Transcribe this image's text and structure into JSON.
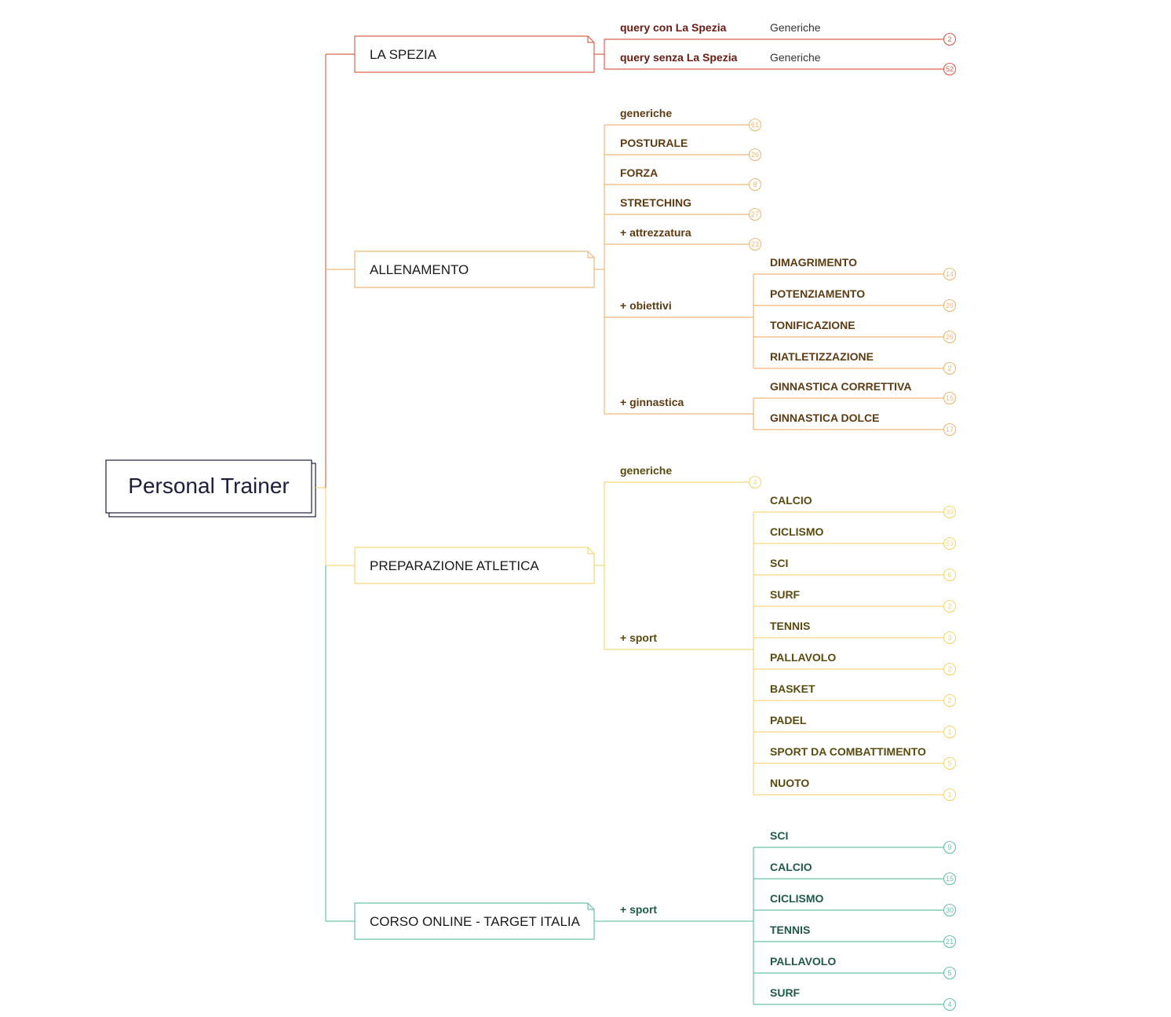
{
  "root": {
    "label": "Personal Trainer",
    "color": "#1b1e3a"
  },
  "colors": {
    "spezia": "#d9634d",
    "spezia_text": "#6b1a12",
    "allenamento": "#f0b87a",
    "allenamento_text": "#5e3b12",
    "atletica": "#f3d77b",
    "atletica_text": "#5a4a10",
    "online": "#6cc3a6",
    "online_text": "#1f5a44"
  },
  "branches": [
    {
      "id": "spezia",
      "label": "LA SPEZIA",
      "children": [
        {
          "label": "query con La Spezia",
          "note": "Generiche",
          "count": "2"
        },
        {
          "label": "query senza La Spezia",
          "note": "Generiche",
          "count": "52"
        }
      ]
    },
    {
      "id": "allenamento",
      "label": "ALLENAMENTO",
      "children": [
        {
          "label": "generiche",
          "count": "61"
        },
        {
          "label": "POSTURALE",
          "count": "26"
        },
        {
          "label": "FORZA",
          "count": "8"
        },
        {
          "label": "STRETCHING",
          "count": "27"
        },
        {
          "label": "+ attrezzatura",
          "count": "23"
        },
        {
          "label": "+ obiettivi",
          "children": [
            {
              "label": "DIMAGRIMENTO",
              "count": "14"
            },
            {
              "label": "POTENZIAMENTO",
              "count": "26"
            },
            {
              "label": "TONIFICAZIONE",
              "count": "26"
            },
            {
              "label": "RIATLETIZZAZIONE",
              "count": "2"
            }
          ]
        },
        {
          "label": "+ ginnastica",
          "children": [
            {
              "label": "GINNASTICA CORRETTIVA",
              "count": "15"
            },
            {
              "label": "GINNASTICA DOLCE",
              "count": "17"
            }
          ]
        }
      ]
    },
    {
      "id": "atletica",
      "label": "PREPARAZIONE ATLETICA",
      "children": [
        {
          "label": "generiche",
          "count": "4"
        },
        {
          "label": "+ sport",
          "children": [
            {
              "label": "CALCIO",
              "count": "39"
            },
            {
              "label": "CICLISMO",
              "count": "53"
            },
            {
              "label": "SCI",
              "count": "6"
            },
            {
              "label": "SURF",
              "count": "2"
            },
            {
              "label": "TENNIS",
              "count": "3"
            },
            {
              "label": "PALLAVOLO",
              "count": "2"
            },
            {
              "label": "BASKET",
              "count": "2"
            },
            {
              "label": "PADEL",
              "count": "1"
            },
            {
              "label": "SPORT DA COMBATTIMENTO",
              "count": "5"
            },
            {
              "label": "NUOTO",
              "count": "1"
            }
          ]
        }
      ]
    },
    {
      "id": "online",
      "label": "CORSO ONLINE - TARGET ITALIA",
      "children": [
        {
          "label": "+ sport",
          "children": [
            {
              "label": "SCI",
              "count": "9"
            },
            {
              "label": "CALCIO",
              "count": "15"
            },
            {
              "label": "CICLISMO",
              "count": "30"
            },
            {
              "label": "TENNIS",
              "count": "21"
            },
            {
              "label": "PALLAVOLO",
              "count": "5"
            },
            {
              "label": "SURF",
              "count": "4"
            }
          ]
        }
      ]
    }
  ]
}
